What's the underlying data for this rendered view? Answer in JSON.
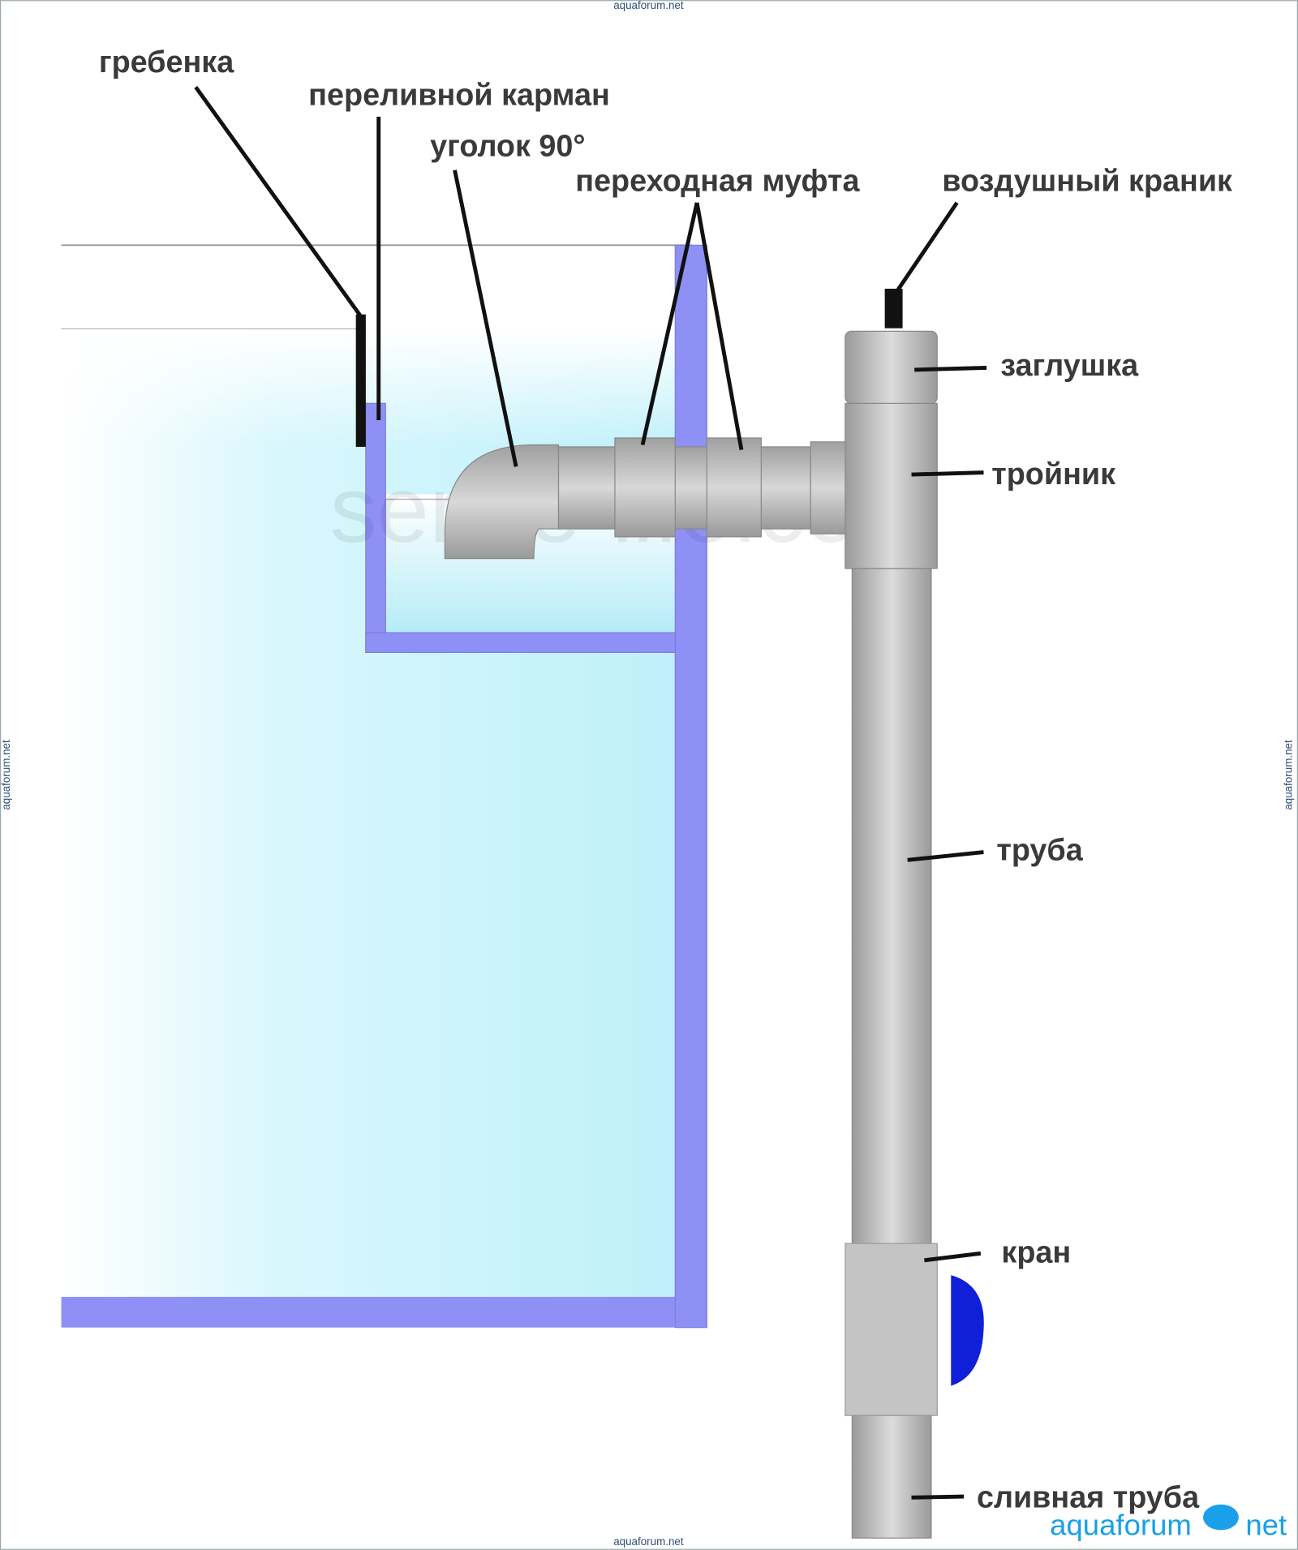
{
  "watermarks": {
    "top": "aquaforum.net",
    "bottom": "aquaforum.net",
    "left": "aquaforum.net",
    "right": "aquaforum.net",
    "background": "sense-life.com"
  },
  "logo": {
    "text_left": "aquaforum",
    "text_right": "net"
  },
  "labels": {
    "comb": "гребенка",
    "overflow_pocket": "переливной карман",
    "elbow": "уголок 90°",
    "coupling": "переходная муфта",
    "air_valve": "воздушный краник",
    "cap": "заглушка",
    "tee": "тройник",
    "pipe": "труба",
    "valve": "кран",
    "drain_pipe": "сливная труба"
  },
  "colors": {
    "glass": "#8f90f6",
    "water": "#c6f3fb",
    "pipe": "#b8b8b8",
    "handle": "#1020d8"
  }
}
